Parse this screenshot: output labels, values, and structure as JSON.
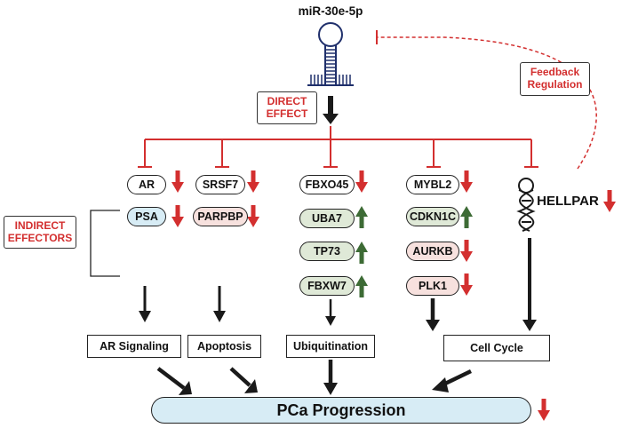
{
  "mirna": "miR-30e-5p",
  "direct_effect": [
    "DIRECT",
    "EFFECT"
  ],
  "feedback": [
    "Feedback",
    "Regulation"
  ],
  "indirect": [
    "INDIRECT",
    "EFFECTORS"
  ],
  "hellpar": "HELLPAR",
  "genes": {
    "ar": "AR",
    "psa": "PSA",
    "srsf7": "SRSF7",
    "parpbp": "PARPBP",
    "fbxo45": "FBXO45",
    "uba7": "UBA7",
    "tp73": "TP73",
    "fbxw7": "FBXW7",
    "mybl2": "MYBL2",
    "cdkn1c": "CDKN1C",
    "aurkb": "AURKB",
    "plk1": "PLK1"
  },
  "outcomes": {
    "ar_signaling": "AR Signaling",
    "apoptosis": "Apoptosis",
    "ubiquitination": "Ubiquitination",
    "cell_cycle": "Cell Cycle"
  },
  "pca": "PCa Progression",
  "colors": {
    "inhibit": "#d32f2f",
    "down_arrow": "#d32f2f",
    "up_arrow": "#3d6b35",
    "blue_fill": "#d7ecf5",
    "pink_fill": "#f7e1de",
    "green_fill": "#dfe9d7"
  }
}
